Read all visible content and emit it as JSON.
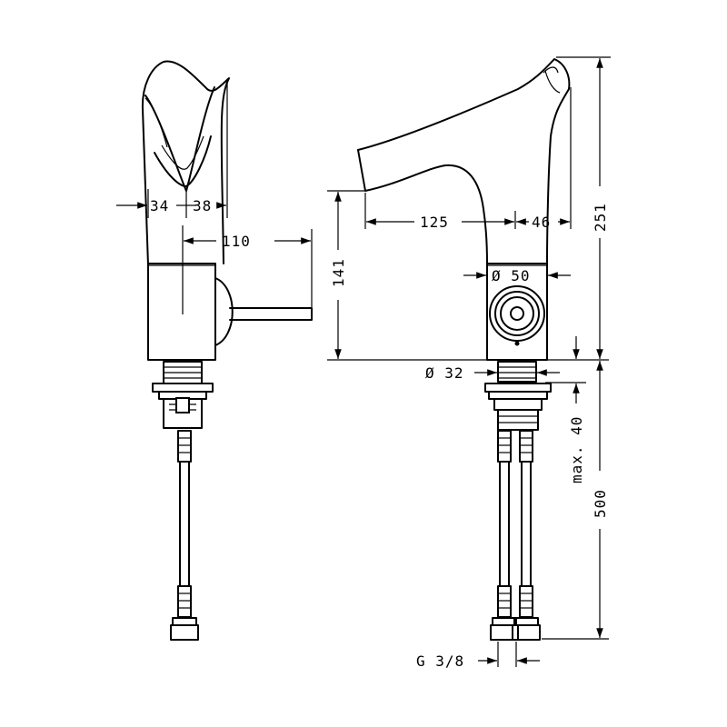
{
  "dimensions": {
    "left_width_a": "34",
    "left_width_b": "38",
    "spout_reach_side": "110",
    "spout_length": "125",
    "top_width": "46",
    "body_diameter": "Ø 50",
    "spout_height": "141",
    "total_height": "251",
    "shank_diameter": "Ø 32",
    "max_counter_thickness": "max. 40",
    "hose_length": "500",
    "thread_size": "G 3/8"
  },
  "colors": {
    "line": "#000000",
    "background": "#ffffff"
  }
}
